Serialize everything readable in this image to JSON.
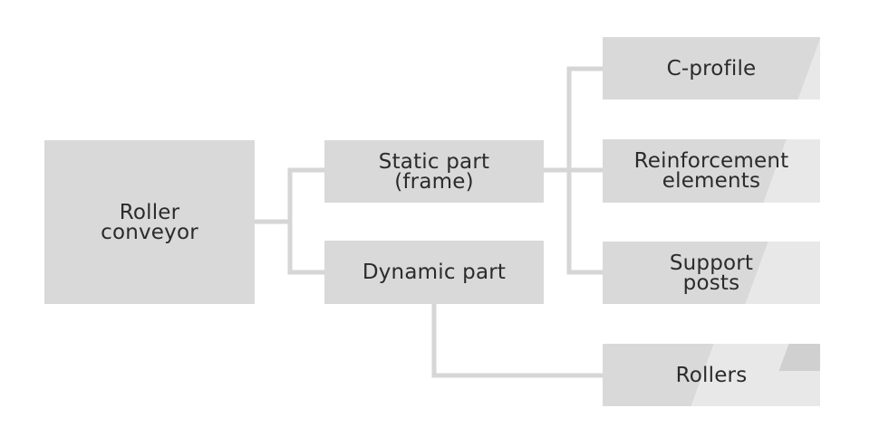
{
  "diagram": {
    "root": {
      "label": "Roller\nconveyor"
    },
    "static_part": {
      "label": "Static part\n(frame)"
    },
    "dynamic_part": {
      "label": "Dynamic part"
    },
    "c_profile": {
      "label": "C-profile"
    },
    "reinforcement": {
      "label": "Reinforcement\nelements"
    },
    "support_posts": {
      "label": "Support\nposts"
    },
    "rollers": {
      "label": "Rollers"
    }
  },
  "colors": {
    "node_fill": "#d9d9d9",
    "connector": "#d6d6d6",
    "text": "#2b2b2b"
  }
}
